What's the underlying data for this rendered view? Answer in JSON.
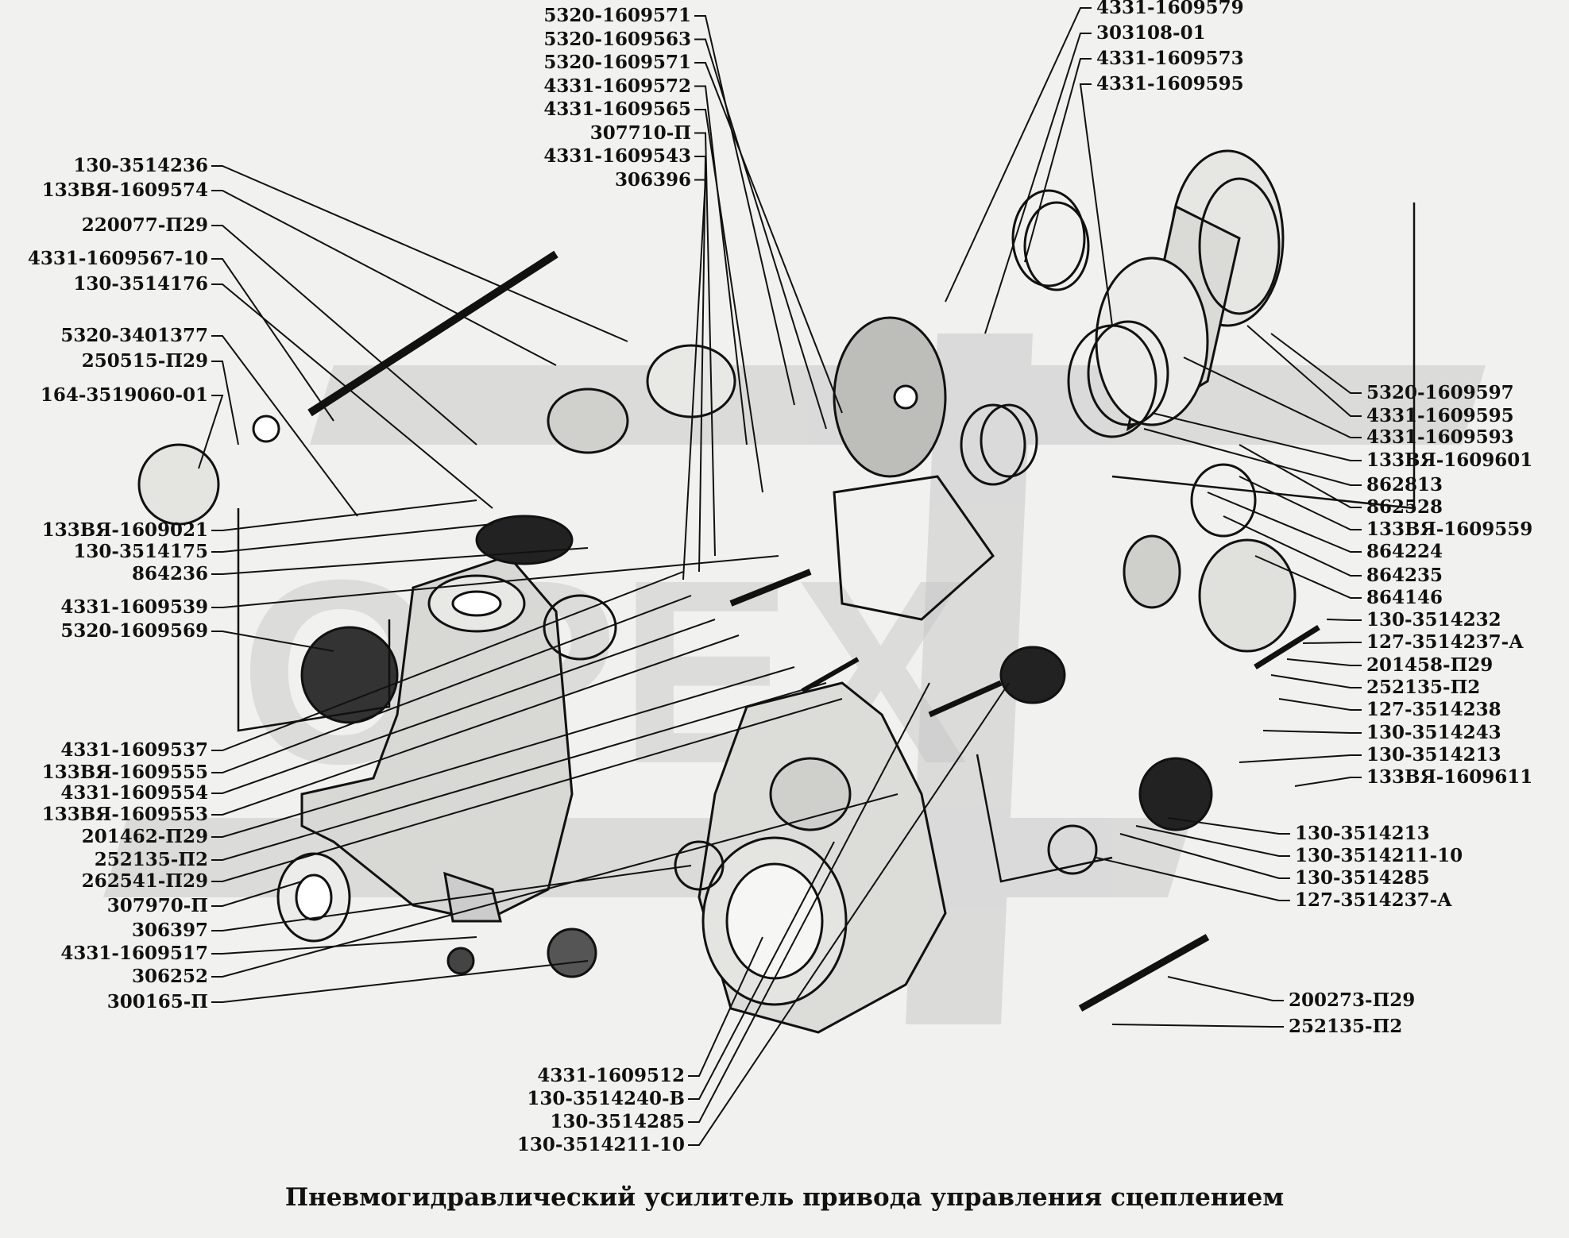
{
  "title": "Пневмогидравлический усилитель привода управления сцеплением",
  "watermark": "OPEX",
  "colors": {
    "background": "#f1f1ef",
    "ink": "#111111",
    "watermark": "#c9c9c9"
  },
  "labels_top": [
    "5320-1609571",
    "5320-1609563",
    "5320-1609571",
    "4331-1609572",
    "4331-1609565",
    "307710-П",
    "4331-1609543",
    "306396"
  ],
  "labels_top_right": [
    "4331-1609579",
    "303108-01",
    "4331-1609573",
    "4331-1609595"
  ],
  "labels_left": [
    "130-3514236",
    "133ВЯ-1609574",
    "220077-П29",
    "4331-1609567-10",
    "130-3514176",
    "5320-3401377",
    "250515-П29",
    "164-3519060-01",
    "133ВЯ-1609021",
    "130-3514175",
    "864236",
    "4331-1609539",
    "5320-1609569",
    "4331-1609537",
    "133ВЯ-1609555",
    "4331-1609554",
    "133ВЯ-1609553",
    "201462-П29",
    "252135-П2",
    "262541-П29",
    "307970-П",
    "306397",
    "4331-1609517",
    "306252",
    "300165-П"
  ],
  "labels_right": [
    "5320-1609597",
    "4331-1609595",
    "4331-1609593",
    "133ВЯ-1609601",
    "862813",
    "862528",
    "133ВЯ-1609559",
    "864224",
    "864235",
    "864146",
    "130-3514232",
    "127-3514237-А",
    "201458-П29",
    "252135-П2",
    "127-3514238",
    "130-3514243",
    "130-3514213",
    "133ВЯ-1609611"
  ],
  "labels_right_lower": [
    "130-3514213",
    "130-3514211-10",
    "130-3514285",
    "127-3514237-А"
  ],
  "labels_right_bottom": [
    "200273-П29",
    "252135-П2"
  ],
  "labels_bottom": [
    "4331-1609512",
    "130-3514240-В",
    "130-3514285",
    "130-3514211-10"
  ]
}
